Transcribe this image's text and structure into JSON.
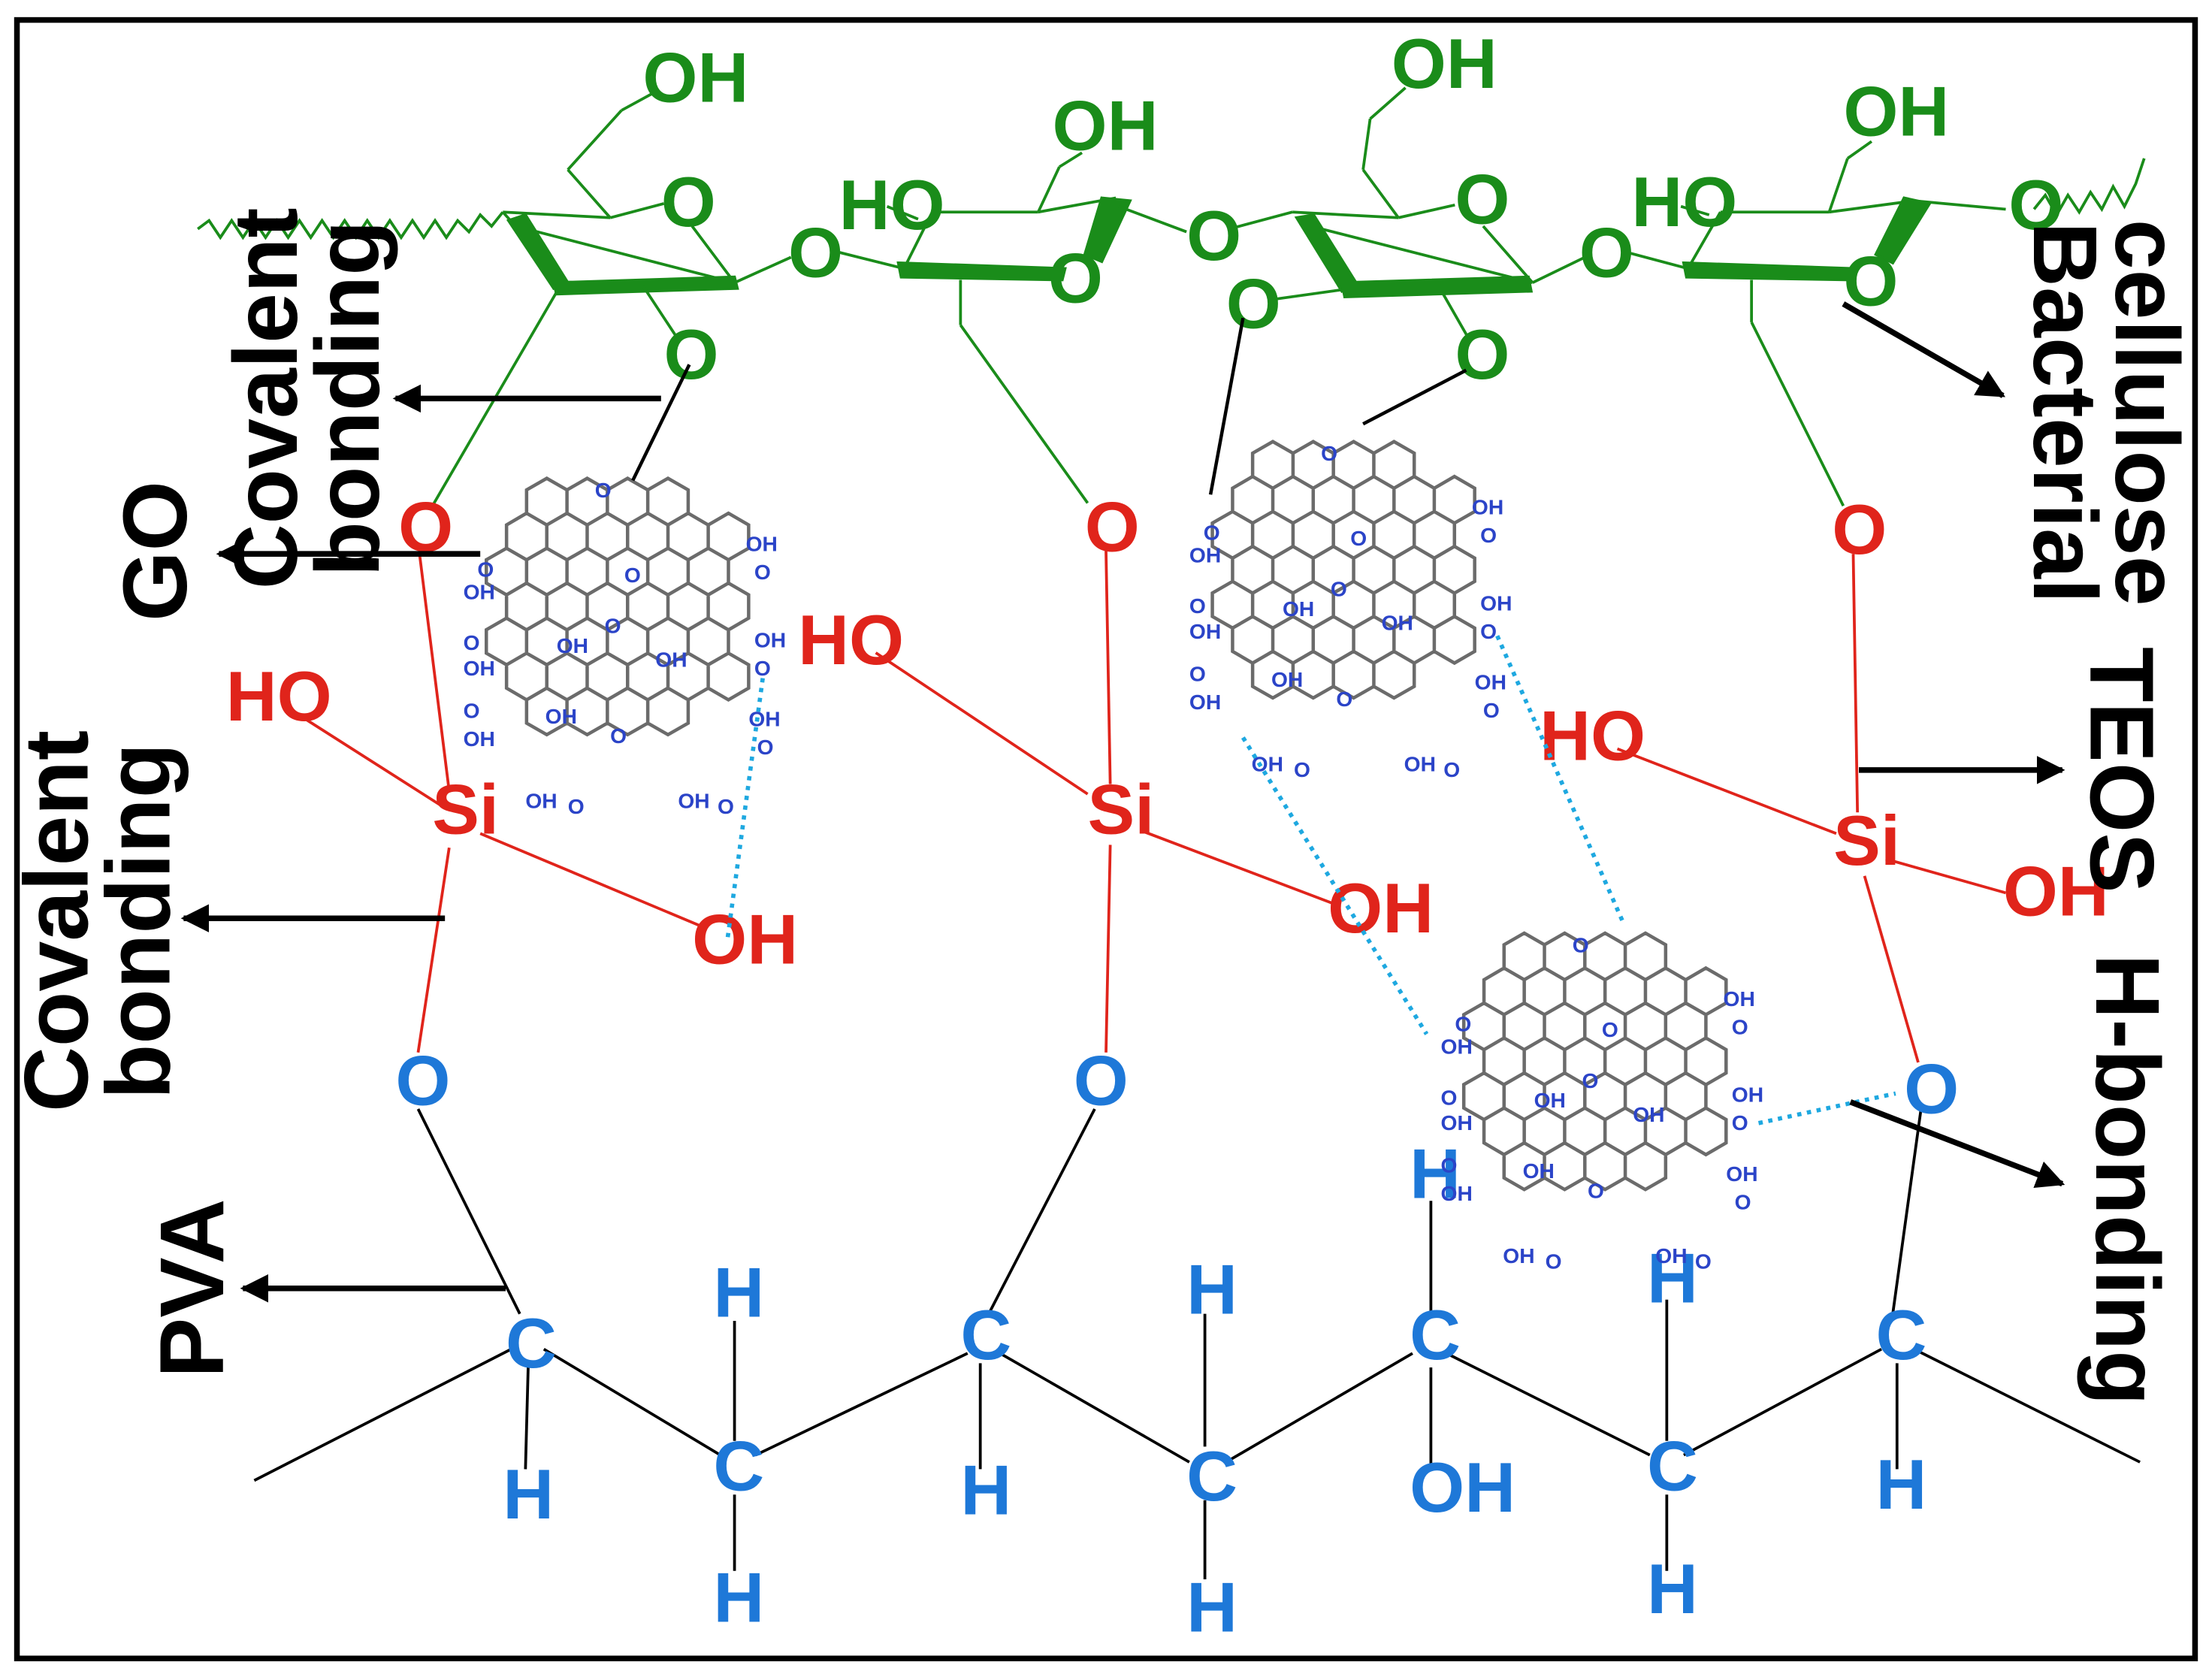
{
  "labels": {
    "go": "GO",
    "covalent_top": [
      "Covalent",
      "bonding"
    ],
    "covalent_bottom": [
      "Covalent",
      "bonding"
    ],
    "pva": "PVA",
    "bacterial_cellulose": [
      "Bacterial",
      "cellulose"
    ],
    "teos": "TEOS",
    "h_bonding": "H-bonding"
  },
  "atoms": {
    "oh": "OH",
    "ho": "HO",
    "o": "O",
    "si": "Si",
    "c": "C",
    "h": "H"
  },
  "colors": {
    "cellulose": "#1a8c1a",
    "teos": "#e0241b",
    "pva": "#1e78d8",
    "go_lattice": "#666666",
    "go_groups": "#2b44c8",
    "h_bond": "#1ea8e0",
    "bond": "#000000"
  }
}
